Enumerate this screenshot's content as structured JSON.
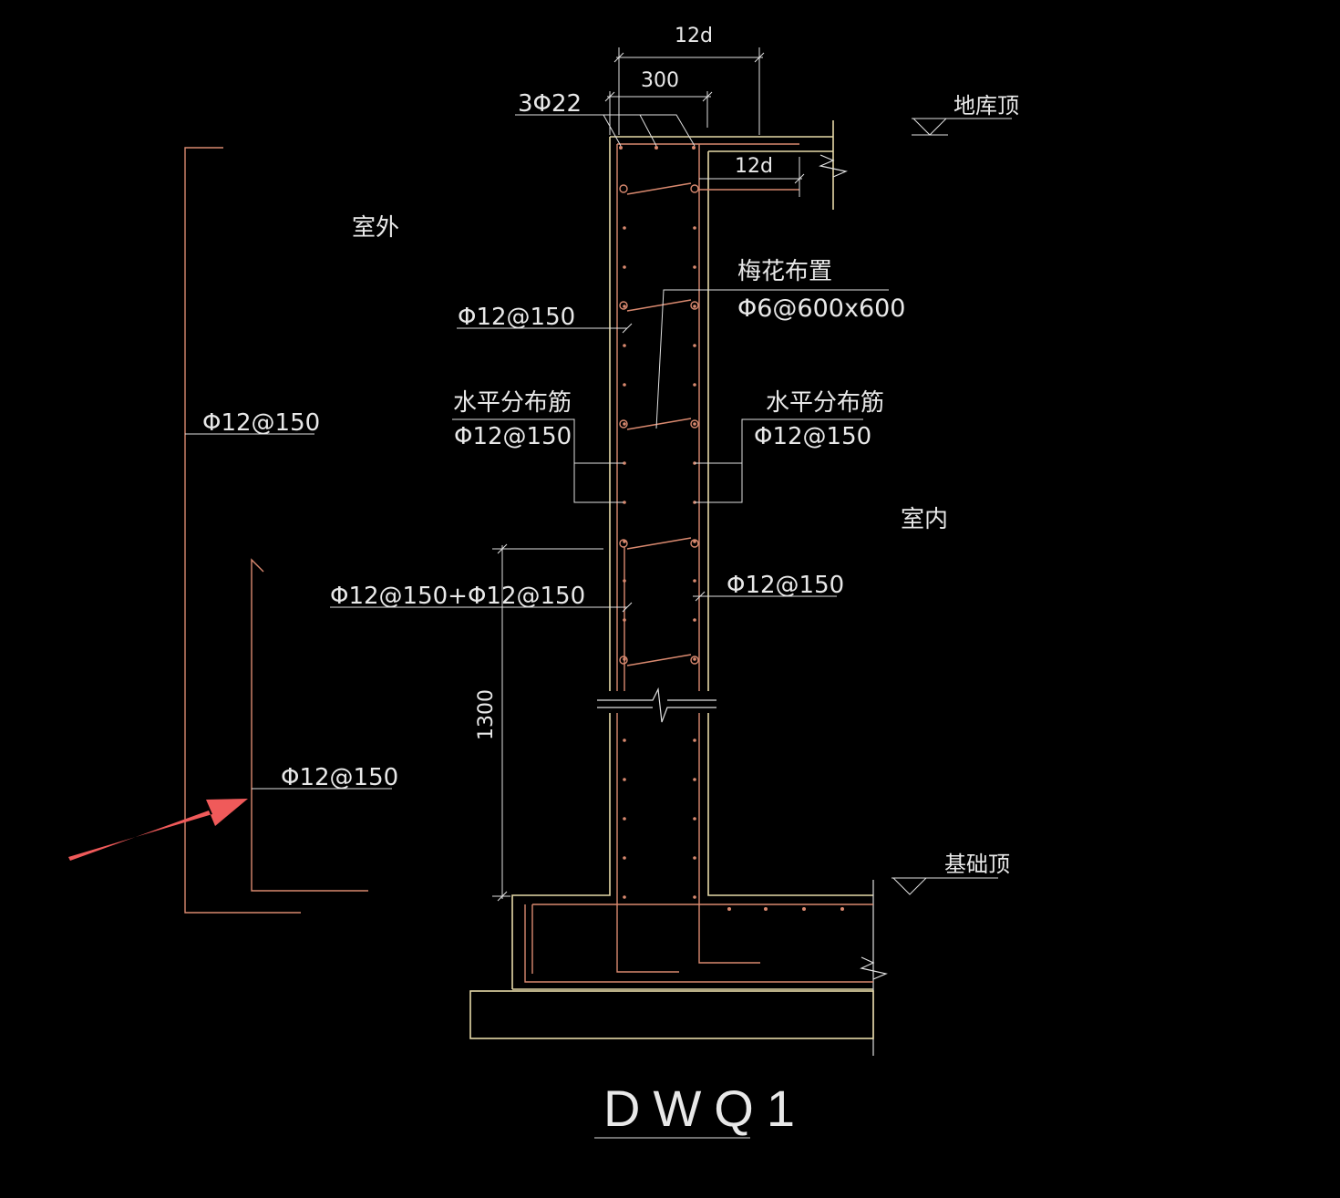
{
  "drawing": {
    "title": "DWQ1",
    "labels": {
      "dim_12d_top": "12d",
      "dim_300": "300",
      "bar_3phi22": "3Φ22",
      "garage_top": "地库顶",
      "dim_12d_right": "12d",
      "outside": "室外",
      "plum_layout": "梅花布置",
      "tie_bar": "Φ6@600x600",
      "outer_vertical": "Φ12@150",
      "left_horizontal_title": "水平分布筋",
      "left_horizontal_value": "Φ12@150",
      "right_horizontal_title": "水平分布筋",
      "right_horizontal_value": "Φ12@150",
      "inside": "室内",
      "outer_added": "Φ12@150+Φ12@150",
      "inner_vertical": "Φ12@150",
      "dim_1300": "1300",
      "foundation_top": "基础顶",
      "detail_outer": "Φ12@150",
      "detail_added": "Φ12@150"
    },
    "colors": {
      "background": "#000000",
      "concrete_outline": "#e6d9a8",
      "rebar": "#d9896f",
      "annotation": "#e0e0e0",
      "arrow": "#f05a5a"
    }
  }
}
